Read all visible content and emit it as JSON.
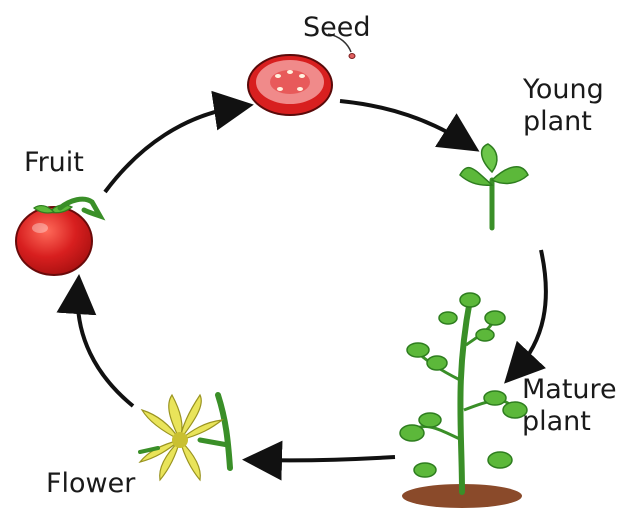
{
  "diagram": {
    "stages": {
      "seed": "Seed",
      "young_plant": [
        "Young",
        "plant"
      ],
      "mature_plant": [
        "Mature",
        "plant"
      ],
      "flower": "Flower",
      "fruit": "Fruit"
    },
    "colors": {
      "arrow": "#111111",
      "tomato_red": "#d81f1f",
      "tomato_flesh": "#f08a8a",
      "leaf_green": "#5cb83a",
      "leaf_dark": "#2e7d1f",
      "flower_yellow": "#e9e45a",
      "soil": "#8a4a2a"
    }
  }
}
